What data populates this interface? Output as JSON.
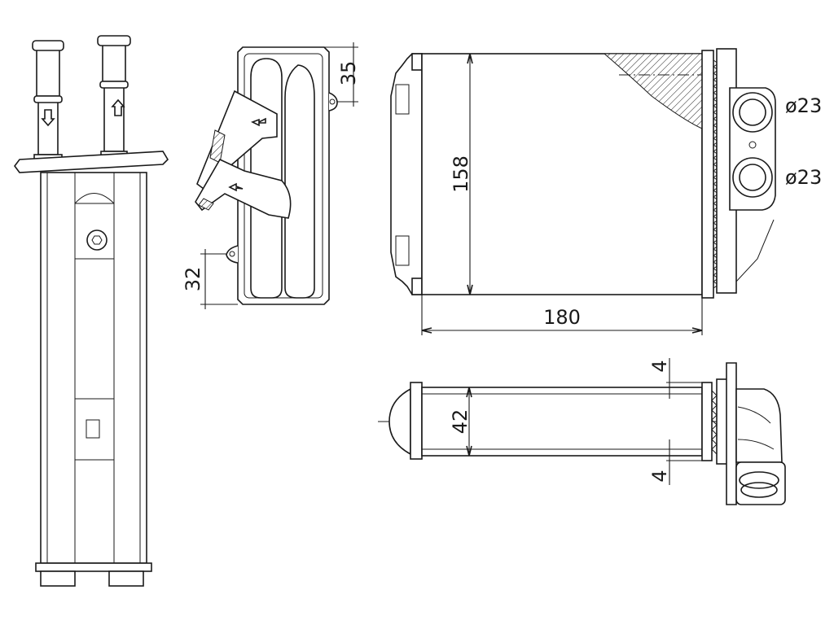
{
  "dimensions": {
    "top_offset": "35",
    "bottom_offset": "32",
    "core_height": "158",
    "core_width": "180",
    "pipe_diameter_1": "ø23",
    "pipe_diameter_2": "ø23",
    "core_depth": "42",
    "tank_gap_top": "4",
    "tank_gap_bottom": "4"
  },
  "colors": {
    "line": "#1a1a1a",
    "background": "#ffffff"
  },
  "icons": [
    "flow-arrow-down-icon",
    "flow-arrow-up-icon",
    "flow-arrow-left-icon"
  ]
}
